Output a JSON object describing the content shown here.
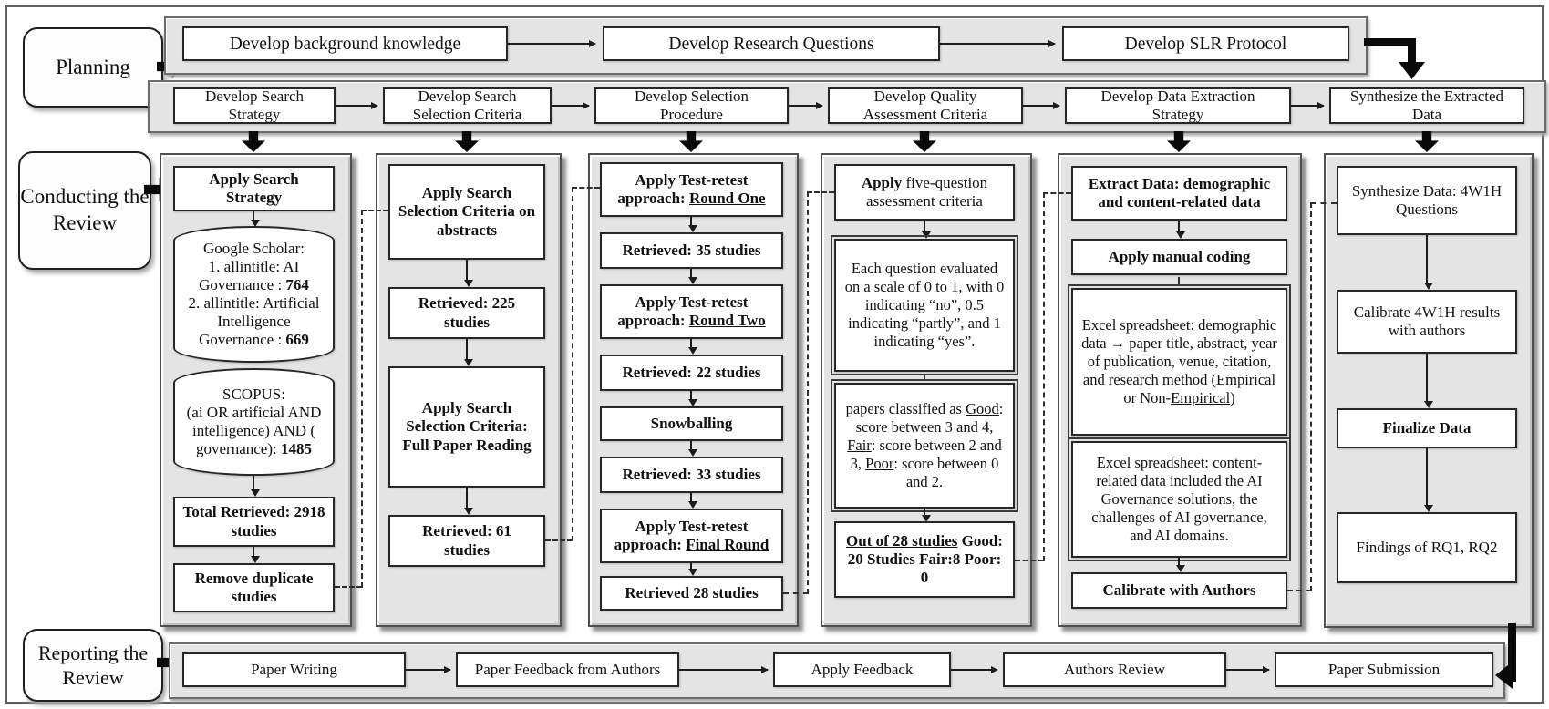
{
  "phases": {
    "planning": "Planning",
    "conducting": "Conducting the Review",
    "reporting": "Reporting the Review"
  },
  "planning_steps": [
    "Develop background knowledge",
    "Develop Research Questions",
    "Develop SLR Protocol"
  ],
  "protocol_steps": [
    "Develop Search Strategy",
    "Develop Search Selection Criteria",
    "Develop Selection Procedure",
    "Develop Quality Assessment Criteria",
    "Develop Data Extraction Strategy",
    "Synthesize the Extracted Data"
  ],
  "reporting_steps": [
    "Paper Writing",
    "Paper Feedback from Authors",
    "Apply Feedback",
    "Authors Review",
    "Paper Submission"
  ],
  "search_column": {
    "apply": "Apply Search Strategy",
    "google": {
      "line1": "Google Scholar:",
      "line2": "1. allintitle: AI",
      "line3_text": "Governance : ",
      "line3_count": "764",
      "line4": "2. allintitle: Artificial",
      "line5": "Intelligence",
      "line6_text": "Governance : ",
      "line6_count": "669"
    },
    "scopus": {
      "line1": "SCOPUS:",
      "line2": "(ai OR artificial AND",
      "line3": "intelligence) AND (",
      "line4_text": "governance): ",
      "line4_count": "1485"
    },
    "total": "Total Retrieved: 2918 studies",
    "dedupe": "Remove duplicate studies"
  },
  "selection_column": {
    "abstracts": "Apply Search Selection Criteria on abstracts",
    "retrieved_225": "Retrieved: 225 studies",
    "full_paper_line1": "Apply Search Selection Criteria:",
    "full_paper_line2": "Full Paper Reading",
    "retrieved_61": "Retrieved: 61 studies"
  },
  "procedure_column": {
    "round_one_prefix": "Apply Test-retest approach: ",
    "round_one": "Round One",
    "retrieved_35": "Retrieved: 35 studies",
    "round_two_prefix": "Apply Test-retest approach: ",
    "round_two": "Round Two",
    "retrieved_22": "Retrieved: 22 studies",
    "snowballing": "Snowballing",
    "retrieved_33": "Retrieved: 33 studies",
    "final_round_prefix": "Apply Test-retest approach: ",
    "final_round": "Final Round",
    "retrieved_28": "Retrieved 28 studies"
  },
  "quality_column": {
    "apply_bold": "Apply",
    "apply_rest": " five-question assessment criteria",
    "scale": "Each question evaluated on a scale of 0 to 1, with 0 indicating “no”, 0.5 indicating “partly”, and 1 indicating “yes”.",
    "classify_1": "papers classified as ",
    "classify_good": "Good",
    "classify_2": ": score between 3 and 4, ",
    "classify_fair": "Fair",
    "classify_3": ": score between 2 and 3, ",
    "classify_poor": "Poor",
    "classify_4": ": score between 0 and 2.",
    "result_underlined": "Out of 28 studies",
    "result_rest": " Good: 20 Studies Fair:8 Poor: 0"
  },
  "extraction_column": {
    "extract": "Extract Data:  demographic and content-related data",
    "coding": "Apply manual coding",
    "demographic_1": "Excel spreadsheet: demographic data ",
    "demographic_arrow": "→",
    "demographic_2": "  paper title, abstract, year of publication, venue, citation, and research method (Empirical or Non-",
    "demographic_3": "Empirical",
    "demographic_4": ")",
    "content": "Excel spreadsheet: content-related data included the AI Governance solutions, the challenges of AI governance, and AI domains.",
    "calibrate": "Calibrate with Authors"
  },
  "synthesis_column": {
    "synthesize": "Synthesize Data: 4W1H Questions",
    "calibrate": "Calibrate 4W1H results with authors",
    "finalize": "Finalize Data",
    "findings": "Findings of RQ1, RQ2"
  },
  "colors": {
    "band_fill": "#e4e4e4",
    "box_border": "#272727",
    "arrow_black": "#0a0a0a",
    "dash": "#2e2e2e"
  }
}
